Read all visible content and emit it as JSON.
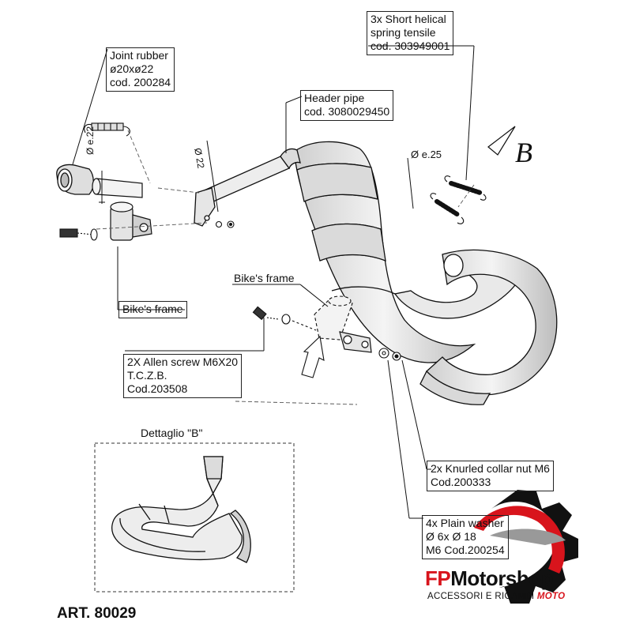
{
  "labels": {
    "joint_rubber": [
      "Joint rubber",
      "ø20xø22",
      "cod. 200284"
    ],
    "header_pipe": [
      "Header pipe",
      "cod. 3080029450"
    ],
    "spring": [
      "3x Short helical",
      "spring tensile",
      "cod. 303949001"
    ],
    "bikes_frame_left": "Bike's frame",
    "bikes_frame_center": "Bike's frame",
    "allen_screw": [
      "2X Allen screw M6X20",
      "T.C.Z.B.",
      "Cod.203508"
    ],
    "knurled_nut": [
      "2x Knurled collar nut M6",
      "Cod.200333"
    ],
    "plain_washer": [
      "4x Plain washer",
      "Ø 6x Ø 18",
      "M6 Cod.200254"
    ],
    "dim_e22": "Ø e.22",
    "dim_22": "Ø 22",
    "dim_e25": "Ø e.25",
    "view_b": "B",
    "detail_title": "Dettaglio \"B\"",
    "article": "ART. 80029"
  },
  "logo": {
    "brand_fp": "FP",
    "brand_rest": "Motorshop",
    "tagline_main": "ACCESSORI E RICAMBI",
    "tagline_moto": "MOTO",
    "accent_color": "#d8141c"
  }
}
